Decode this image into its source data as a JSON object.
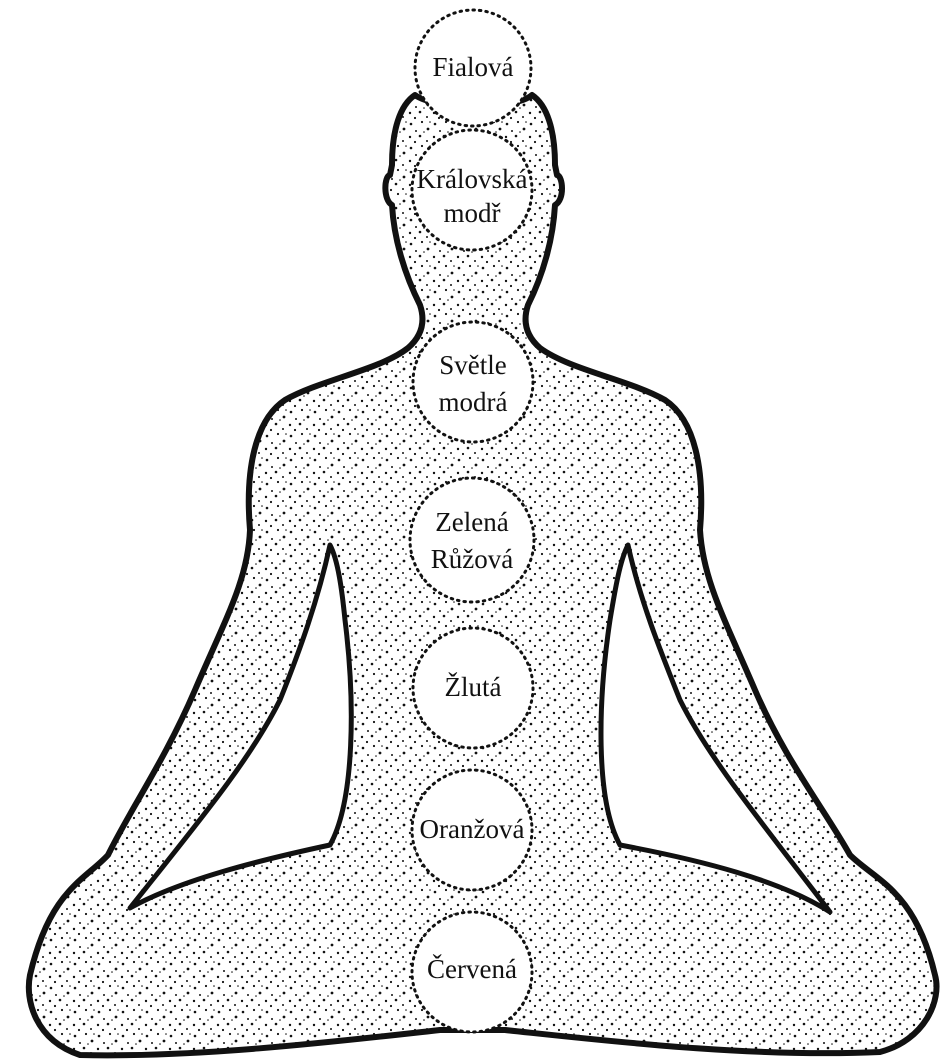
{
  "diagram": {
    "figure": "meditating-figure",
    "chakras": [
      {
        "id": "crown",
        "lines": [
          "Fialová"
        ]
      },
      {
        "id": "third-eye",
        "lines": [
          "Královská",
          "modř"
        ]
      },
      {
        "id": "throat",
        "lines": [
          "Světle",
          "modrá"
        ]
      },
      {
        "id": "heart",
        "lines": [
          "Zelená",
          "Růžová"
        ]
      },
      {
        "id": "solar-plexus",
        "lines": [
          "Žlutá"
        ]
      },
      {
        "id": "sacral",
        "lines": [
          "Oranžová"
        ]
      },
      {
        "id": "root",
        "lines": [
          "Červená"
        ]
      }
    ]
  },
  "colors": {
    "ink": "#111111",
    "background": "#ffffff"
  }
}
